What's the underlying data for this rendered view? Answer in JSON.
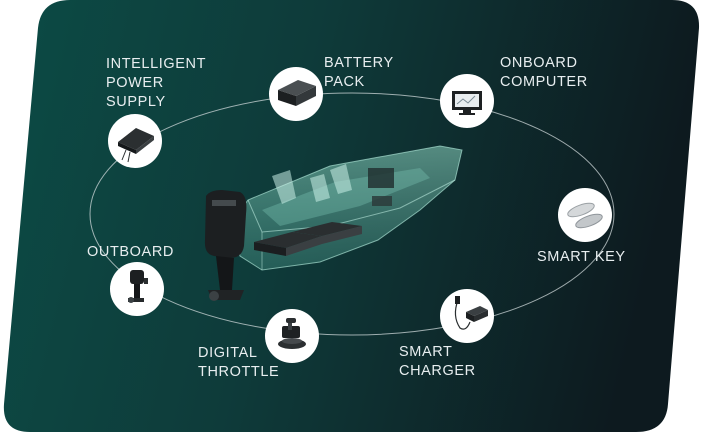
{
  "diagram": {
    "components": [
      {
        "id": "intelligent-power-supply",
        "label": "INTELLIGENT\nPOWER\nSUPPLY",
        "icon": "power-supply-icon"
      },
      {
        "id": "battery-pack",
        "label": "BATTERY\nPACK",
        "icon": "battery-pack-icon"
      },
      {
        "id": "onboard-computer",
        "label": "ONBOARD\nCOMPUTER",
        "icon": "onboard-computer-icon"
      },
      {
        "id": "smart-key",
        "label": "SMART KEY",
        "icon": "smart-key-icon"
      },
      {
        "id": "smart-charger",
        "label": "SMART\nCHARGER",
        "icon": "smart-charger-icon"
      },
      {
        "id": "digital-throttle",
        "label": "DIGITAL\nTHROTTLE",
        "icon": "digital-throttle-icon"
      },
      {
        "id": "outboard",
        "label": "OUTBOARD",
        "icon": "outboard-motor-icon"
      }
    ],
    "center_image": "electric-boat-icon"
  },
  "colors": {
    "panel_left": "#0b4a45",
    "panel_right": "#0d1a1f",
    "label_text": "#e8eef0",
    "ring_line": "#cfd8da",
    "node_fill": "#ffffff"
  }
}
